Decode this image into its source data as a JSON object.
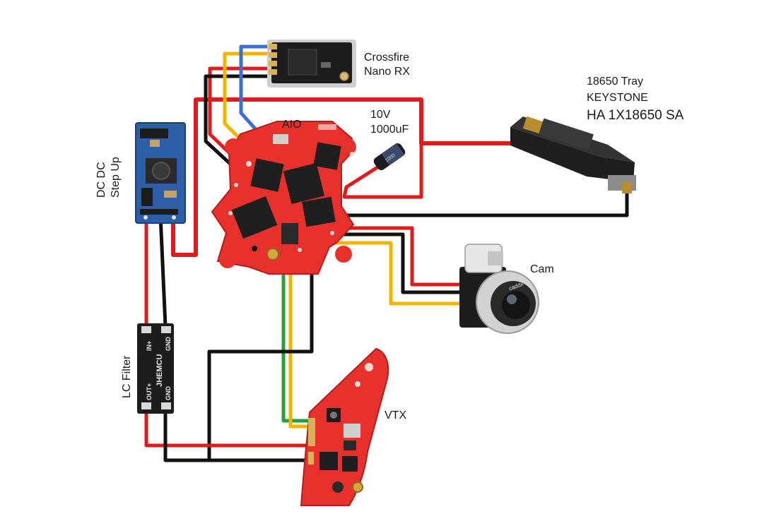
{
  "labels": {
    "crossfire": [
      "Crossfire",
      "Nano RX"
    ],
    "tray": [
      "18650 Tray",
      "KEYSTONE",
      "HA 1X18650 SA"
    ],
    "capacitor": [
      "10V",
      "1000uF"
    ],
    "aio": "AIO",
    "dcdc": [
      "DC DC",
      "Step Up"
    ],
    "cam": "Cam",
    "lc_filter": "LC Filter",
    "vtx": "VTX"
  },
  "silkscreen": {
    "lc_in_plus": "IN+",
    "lc_gnd_top": "GND",
    "lc_brand": "JHEMCU",
    "lc_out_plus": "OUT+",
    "lc_gnd_bottom": "GND",
    "cap_marking": "1000",
    "cam_brand": "caddx"
  },
  "colors": {
    "board_red": "#e8302c",
    "wire_red": "#e01b1b",
    "wire_black": "#111111",
    "wire_yellow": "#f2b400",
    "wire_blue": "#3b6fd4",
    "wire_green": "#22a33a",
    "pcb_blue": "#2c5fa8",
    "module_black": "#1d1d1d"
  }
}
